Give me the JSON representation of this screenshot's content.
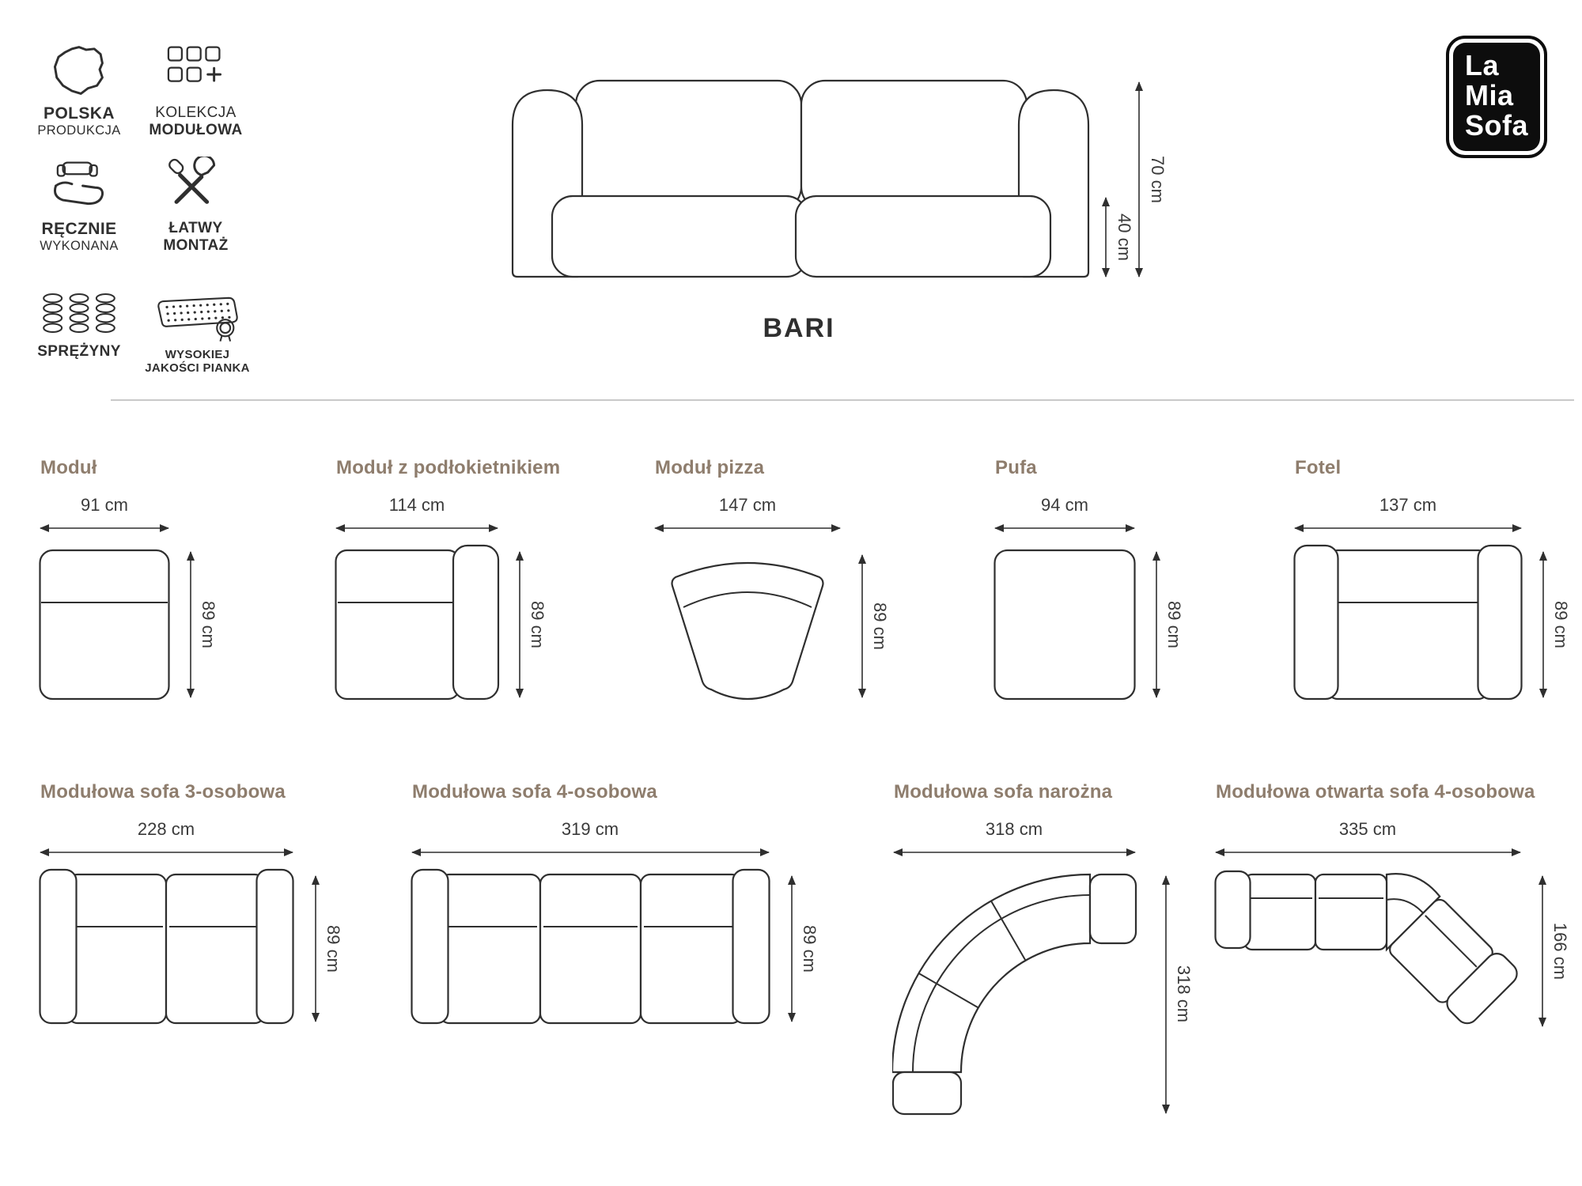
{
  "colors": {
    "ink": "#2f2f2f",
    "heading": "#8e7d6d",
    "divider": "#c9c9c9",
    "logo_bg": "#0d0d0d",
    "dim_text": "#3a3a3a"
  },
  "brand": {
    "logo_lines": [
      "La",
      "Mia",
      "Sofa"
    ]
  },
  "product": {
    "title": "BARI",
    "height_total": "70 cm",
    "height_seat": "40 cm"
  },
  "features": [
    {
      "icon": "poland-map",
      "title": "POLSKA",
      "subtitle": "PRODUKCJA"
    },
    {
      "icon": "modular-collection",
      "title": "KOLEKCJA",
      "subtitle": "MODUŁOWA"
    },
    {
      "icon": "handmade",
      "title": "RĘCZNIE",
      "subtitle": "WYKONANA"
    },
    {
      "icon": "easy-assembly-tools",
      "title": "ŁATWY",
      "subtitle": "MONTAŻ"
    },
    {
      "icon": "springs",
      "title": "SPRĘŻYNY",
      "subtitle": ""
    },
    {
      "icon": "high-quality-foam",
      "title": "WYSOKIEJ",
      "subtitle": "JAKOŚCI PIANKA"
    }
  ],
  "modules": [
    {
      "name": "Moduł",
      "width": "91 cm",
      "depth": "89 cm"
    },
    {
      "name": "Moduł z podłokietnikiem",
      "width": "114 cm",
      "depth": "89 cm"
    },
    {
      "name": "Moduł pizza",
      "width": "147 cm",
      "depth": "89 cm"
    },
    {
      "name": "Pufa",
      "width": "94 cm",
      "depth": "89 cm"
    },
    {
      "name": "Fotel",
      "width": "137 cm",
      "depth": "89 cm"
    }
  ],
  "configurations": [
    {
      "name": "Modułowa sofa 3-osobowa",
      "width": "228 cm",
      "depth": "89 cm"
    },
    {
      "name": "Modułowa sofa 4-osobowa",
      "width": "319 cm",
      "depth": "89 cm"
    },
    {
      "name": "Modułowa sofa narożna",
      "width": "318 cm",
      "depth": "318 cm"
    },
    {
      "name": "Modułowa otwarta sofa 4-osobowa",
      "width": "335 cm",
      "depth": "166 cm"
    }
  ]
}
